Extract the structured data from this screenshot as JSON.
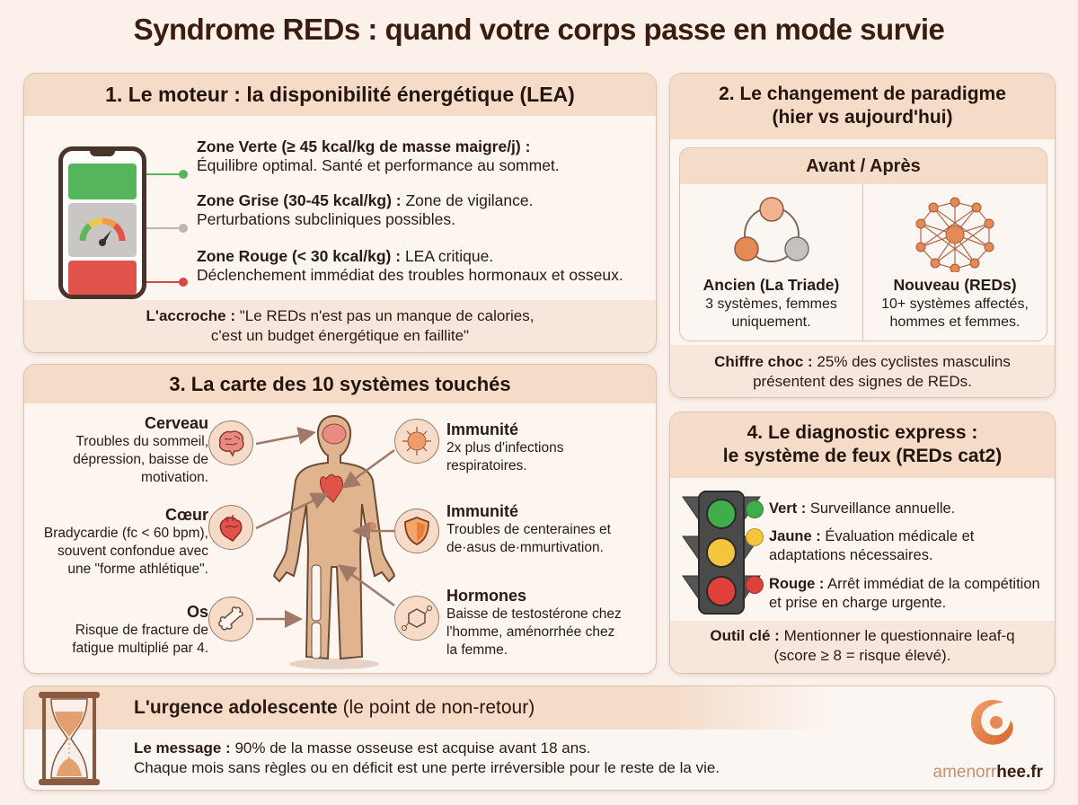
{
  "title": "Syndrome REDs : quand votre corps passe en mode survie",
  "section1": {
    "heading": "1. Le moteur : la disponibilité énergétique (LEA)",
    "icon": "smartphone-gauge-icon",
    "zones": [
      {
        "label": "Zone Verte (≥ 45 kcal/kg de masse maigre/j) :",
        "text": "Équilibre optimal. Santé et performance au sommet.",
        "color": "#55b55a"
      },
      {
        "label": "Zone Grise (30-45 kcal/kg) :",
        "text_inline": " Zone de vigilance.",
        "text": "Perturbations subcliniques possibles.",
        "color": "#b9b6b3"
      },
      {
        "label": "Zone Rouge (< 30 kcal/kg) :",
        "text_inline": " LEA critique.",
        "text": "Déclenchement immédiat des troubles hormonaux et osseux.",
        "color": "#e0534a"
      }
    ],
    "hook_label": "L'accroche :",
    "hook_line1": " \"Le REDs n'est pas un manque de calories,",
    "hook_line2": "c'est un budget énergétique en faillite\""
  },
  "section2": {
    "heading_line1": "2. Le changement de paradigme",
    "heading_line2": "(hier vs aujourd'hui)",
    "inner_heading": "Avant / Après",
    "before": {
      "title": "Ancien (La Triade)",
      "line1": "3 systèmes, femmes",
      "line2": "uniquement.",
      "icon": "triad-network-icon"
    },
    "after": {
      "title": "Nouveau (REDs)",
      "line1": "10+ systèmes affectés,",
      "line2": "hommes et femmes.",
      "icon": "multi-system-network-icon"
    },
    "stat_label": "Chiffre choc :",
    "stat_line1": " 25% des cyclistes masculins",
    "stat_line2": "présentent des signes de REDs."
  },
  "section3": {
    "heading": "3. La carte des 10 systèmes touchés",
    "left": [
      {
        "title": "Cerveau",
        "lines": [
          "Troubles du sommeil,",
          "dépression, baisse de",
          "motivation."
        ],
        "icon": "brain-icon"
      },
      {
        "title": "Cœur",
        "lines": [
          "Bradycardie (fc < 60 bpm),",
          "souvent confondue avec",
          "une \"forme athlétique\"."
        ],
        "icon": "heart-icon"
      },
      {
        "title": "Os",
        "lines": [
          "Risque de fracture de",
          "fatigue multiplié par 4."
        ],
        "icon": "bone-icon"
      }
    ],
    "right": [
      {
        "title": "Immunité",
        "lines": [
          "2x plus d'infections",
          "respiratoires."
        ],
        "icon": "virus-icon"
      },
      {
        "title": "Immunité",
        "lines": [
          "Troubles de centeraines et",
          "de·asus de·mmurtivation."
        ],
        "icon": "shield-icon"
      },
      {
        "title": "Hormones",
        "lines": [
          "Baisse de testostérone chez",
          "l'homme, aménorrhée chez",
          "la femme."
        ],
        "icon": "molecule-icon"
      }
    ]
  },
  "section4": {
    "heading_line1": "4. Le diagnostic express :",
    "heading_line2": "le système de feux (REDs cat2)",
    "lights": [
      {
        "label": "Vert :",
        "text": " Surveillance annuelle.",
        "color": "#3fae4a"
      },
      {
        "label": "Jaune :",
        "text": " Évaluation médicale et adaptations nécessaires.",
        "color": "#f2c53d"
      },
      {
        "label": "Rouge :",
        "text": " Arrêt immédiat de la compétition et prise en charge urgente.",
        "color": "#e0403a"
      }
    ],
    "tool_label": "Outil clé :",
    "tool_line1": " Mentionner le questionnaire leaf-q",
    "tool_line2": "(score ≥ 8 = risque élevé)."
  },
  "section5": {
    "heading_bold": "L'urgence adolescente",
    "heading_rest": " (le point de non-retour)",
    "message_label": "Le message :",
    "message_line1": " 90% de la masse osseuse est acquise avant 18 ans.",
    "message_line2": "Chaque mois sans règles ou en déficit est une perte irréversible pour le reste de la vie.",
    "icon": "hourglass-icon"
  },
  "logo": {
    "part1": "amenorr",
    "part2": "hee.fr",
    "icon": "swirl-logo-icon"
  },
  "colors": {
    "accent": "#e58a55",
    "header_bg": "#f4dcc9",
    "page_bg": "#fbf1ea",
    "text": "#2a1a12"
  }
}
